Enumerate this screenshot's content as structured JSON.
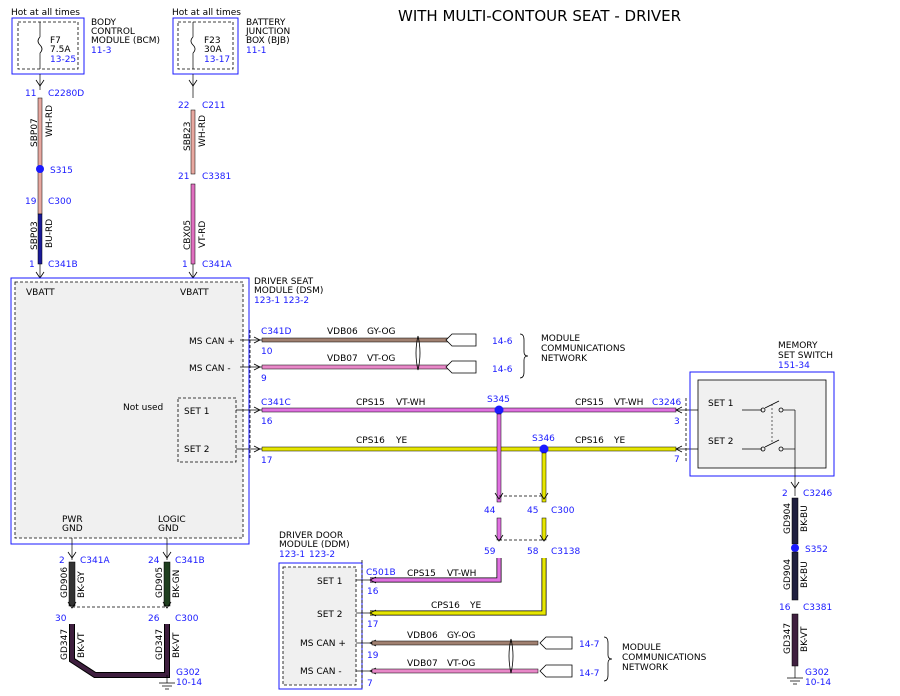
{
  "title": "WITH MULTI-CONTOUR SEAT - DRIVER",
  "colors": {
    "ref_blue": "#1a1aff",
    "box_fill": "#f0f0f0",
    "wire_wh_rd": "#e8a8a0",
    "wire_bu_rd": "#1a1a99",
    "wire_vt_rd": "#e070c0",
    "wire_gy_og": "#a08070",
    "wire_vt_og": "#e888c8",
    "wire_vt_wh": "#e070e0",
    "wire_ye": "#e6e600",
    "wire_bk_gy": "#333333",
    "wire_bk_gn": "#1f3f1f",
    "wire_bk_vt": "#3f1f3f",
    "wire_bk_bu": "#1f1f3f"
  },
  "power": {
    "bcm": {
      "hot": "Hot at all times",
      "fuse": "F7",
      "amps": "7.5A",
      "ref": "13-25",
      "name1": "BODY",
      "name2": "CONTROL",
      "name3": "MODULE (BCM)",
      "name_ref": "11-3"
    },
    "bjb": {
      "hot": "Hot at all times",
      "fuse": "F23",
      "amps": "30A",
      "ref": "13-17",
      "name1": "BATTERY",
      "name2": "JUNCTION",
      "name3": "BOX (BJB)",
      "name_ref": "11-1"
    }
  },
  "left_feed": {
    "pin1": "11",
    "conn1": "C2280D",
    "circuit1": "SBP07",
    "color1": "WH-RD",
    "splice": "S315",
    "pin2": "19",
    "conn2": "C300",
    "circuit2": "SBP03",
    "color2": "BU-RD",
    "pin3": "1",
    "conn3": "C341B"
  },
  "right_feed": {
    "pin1": "22",
    "conn1": "C211",
    "circuit1": "SBB23",
    "color1": "WH-RD",
    "pin2": "21",
    "conn2": "C3381",
    "circuit2": "CBX05",
    "color2": "VT-RD",
    "pin3": "1",
    "conn3": "C341A"
  },
  "dsm": {
    "name1": "DRIVER SEAT",
    "name2": "MODULE (DSM)",
    "ref1": "123-1",
    "ref2": "123-2",
    "vbatt1": "VBATT",
    "vbatt2": "VBATT",
    "ms_can_plus": "MS CAN +",
    "ms_can_minus": "MS CAN -",
    "not_used": "Not used",
    "set1": "SET 1",
    "set2": "SET 2",
    "pwr1": "PWR",
    "pwr2": "GND",
    "logic1": "LOGIC",
    "logic2": "GND"
  },
  "dsm_can": {
    "conn": "C341D",
    "pin_plus": "10",
    "circuit_plus": "VDB06",
    "color_plus": "GY-OG",
    "pin_minus": "9",
    "circuit_minus": "VDB07",
    "color_minus": "VT-OG",
    "ref_plus": "14-6",
    "ref_minus": "14-6",
    "net1": "MODULE",
    "net2": "COMMUNICATIONS",
    "net3": "NETWORK"
  },
  "set_lines": {
    "conn_left": "C341C",
    "pin_set1": "16",
    "pin_set2": "17",
    "cps15": "CPS15",
    "vt_wh": "VT-WH",
    "cps16": "CPS16",
    "ye": "YE",
    "splice_set1": "S345",
    "splice_set2": "S346",
    "conn_right": "C3246",
    "pin_r1": "3",
    "pin_r2": "7"
  },
  "memory_switch": {
    "name1": "MEMORY",
    "name2": "SET SWITCH",
    "ref": "151-34",
    "set1": "SET 1",
    "set2": "SET 2"
  },
  "vertical_c300": {
    "pin_a": "44",
    "pin_b": "45",
    "conn": "C300",
    "pin_c": "59",
    "pin_d": "58",
    "conn2": "C3138"
  },
  "ddm": {
    "name1": "DRIVER DOOR",
    "name2": "MODULE (DDM)",
    "ref1": "123-1",
    "ref2": "123-2",
    "set1": "SET 1",
    "set2": "SET 2",
    "ms_can_plus": "MS CAN +",
    "ms_can_minus": "MS CAN -",
    "conn": "C501B",
    "pin_set1": "16",
    "pin_set2": "17",
    "pin_plus": "19",
    "pin_minus": "7",
    "cps15": "CPS15",
    "vt_wh": "VT-WH",
    "cps16": "CPS16",
    "ye": "YE",
    "circuit_plus": "VDB06",
    "color_plus": "GY-OG",
    "circuit_minus": "VDB07",
    "color_minus": "VT-OG",
    "ref_plus": "14-7",
    "ref_minus": "14-7",
    "net1": "MODULE",
    "net2": "COMMUNICATIONS",
    "net3": "NETWORK"
  },
  "grounds_left": {
    "pin_a": "2",
    "conn_a": "C341A",
    "pin_b": "24",
    "conn_b": "C341B",
    "circuit_a": "GD906",
    "color_a": "BK-GY",
    "circuit_b": "GD905",
    "color_b": "BK-GN",
    "pin_c": "30",
    "pin_d": "26",
    "conn_cd": "C300",
    "circuit_c": "GD347",
    "color_c": "BK-VT",
    "circuit_d": "GD347",
    "color_d": "BK-VT",
    "ground": "G302",
    "ground_ref": "10-14"
  },
  "grounds_right": {
    "pin_a": "2",
    "conn_a": "C3246",
    "circuit_a": "GD904",
    "color_a": "BK-BU",
    "splice": "S352",
    "circuit_b": "GD904",
    "color_b": "BK-BU",
    "pin_c": "16",
    "conn_c": "C3381",
    "circuit_c": "GD347",
    "color_c": "BK-VT",
    "ground": "G302",
    "ground_ref": "10-14"
  }
}
